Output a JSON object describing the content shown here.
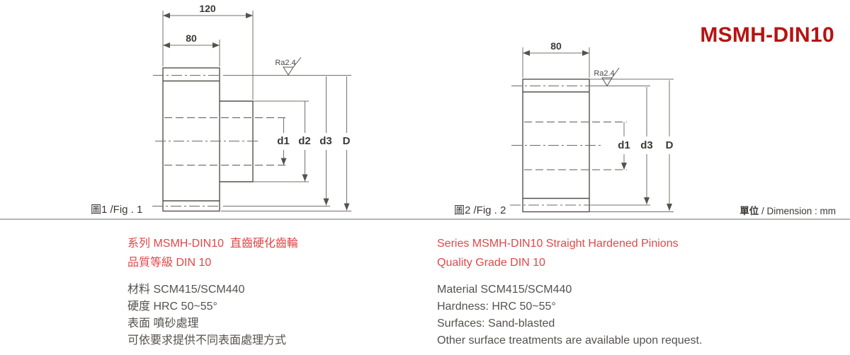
{
  "header": {
    "product_code": "MSMH-DIN10"
  },
  "unit": {
    "label_zh": "單位",
    "label_rest": " / Dimension : mm"
  },
  "fig1": {
    "caption": "圖1 /Fig . 1",
    "dim_overall": "120",
    "dim_face": "80",
    "roughness": "Ra2.4",
    "labels": {
      "d1": "d1",
      "d2": "d2",
      "d3": "d3",
      "D": "D"
    }
  },
  "fig2": {
    "caption": "圖2 /Fig . 2",
    "dim_face": "80",
    "roughness": "Ra2.4",
    "labels": {
      "d1": "d1",
      "d3": "d3",
      "D": "D"
    }
  },
  "specs": {
    "zh": {
      "series": "系列 MSMH-DIN10  直齒硬化齒輪",
      "grade": "品質等級 DIN 10",
      "material": "材料 SCM415/SCM440",
      "hardness": "硬度 HRC 50~55°",
      "surface": "表面 噴砂處理",
      "note": "可依要求提供不同表面處理方式"
    },
    "en": {
      "series": "Series MSMH-DIN10 Straight Hardened Pinions",
      "grade": "Quality Grade DIN 10",
      "material": "Material SCM415/SCM440",
      "hardness": "Hardness: HRC 50~55°",
      "surface": "Surfaces: Sand-blasted",
      "note": "Other surface treatments are available upon request."
    }
  },
  "colors": {
    "title_red": "#b51412",
    "series_red": "#e04848",
    "body_text": "#55524e",
    "line_dark": "#56524d",
    "line_thin": "#73706a",
    "divider": "#b3b6b8"
  }
}
